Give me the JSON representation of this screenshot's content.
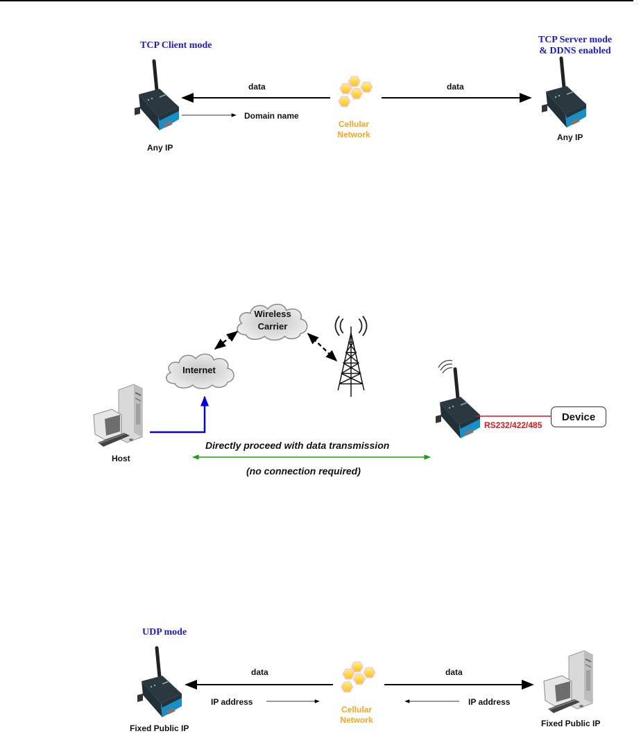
{
  "colors": {
    "title_blue": "#1a1ad0",
    "cellular_orange": "#f5a623",
    "link_blue": "#0000e0",
    "link_green": "#1aa01a",
    "serial_red": "#e0151b"
  },
  "diagram_tcp": {
    "client_title": "TCP Client mode",
    "server_title_line1": "TCP Server mode",
    "server_title_line2": "& DDNS enabled",
    "client_label": "Any IP",
    "server_label": "Any IP",
    "left_data_label": "data",
    "right_data_label": "data",
    "domain_label": "Domain name",
    "network_line1": "Cellular",
    "network_line2": "Network",
    "client_icon": "cellular-gateway-icon",
    "server_icon": "cellular-gateway-icon",
    "network_icon": "cellular-network-hexagons-icon"
  },
  "diagram_direct": {
    "carrier_line1": "Wireless",
    "carrier_line2": "Carrier",
    "internet_label": "Internet",
    "host_label": "Host",
    "device_label": "Device",
    "serial_label": "RS232/422/485",
    "transmission_label": "Directly proceed with data transmission",
    "note_label": "(no connection required)",
    "tower_icon": "cell-tower-icon",
    "host_icon": "desktop-computer-icon",
    "gateway_icon": "cellular-gateway-icon"
  },
  "diagram_udp": {
    "title": "UDP mode",
    "left_label": "Fixed Public IP",
    "right_label": "Fixed Public IP",
    "left_data_label": "data",
    "right_data_label": "data",
    "left_ip_label": "IP address",
    "right_ip_label": "IP address",
    "network_line1": "Cellular",
    "network_line2": "Network",
    "left_icon": "cellular-gateway-icon",
    "right_icon": "desktop-computer-icon"
  }
}
